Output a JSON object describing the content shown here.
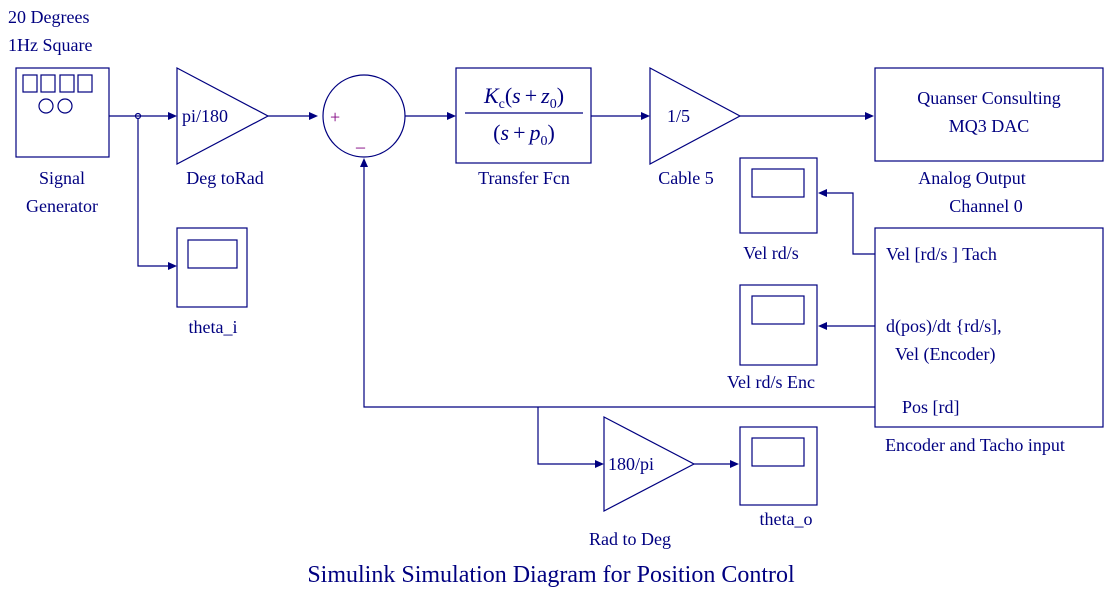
{
  "signal_generator": {
    "line1": "20 Degrees",
    "line2": "1Hz Square",
    "label1": "Signal",
    "label2": "Generator"
  },
  "deg_to_rad": {
    "gain": "pi/180",
    "label": "Deg toRad"
  },
  "sum": {
    "plus": "+",
    "minus": "_"
  },
  "transfer_fcn": {
    "K": "K",
    "K_sub": "c",
    "s_num": "s",
    "plus1": "+",
    "z": "z",
    "z_sub": "0",
    "s_den": "s",
    "plus2": "+",
    "p": "p",
    "p_sub": "0",
    "lp1": "(",
    "rp1": ")",
    "lp2": "(",
    "rp2": ")",
    "label": "Transfer Fcn"
  },
  "cable": {
    "gain": "1/5",
    "label": "Cable 5"
  },
  "dac": {
    "line1": "Quanser Consulting",
    "line2": "MQ3 DAC",
    "label1": "Analog Output",
    "label2": "Channel 0"
  },
  "encoder": {
    "port1": "Vel [rd/s ] Tach",
    "port2a": "d(pos)/dt {rd/s],",
    "port2b": "Vel (Encoder)",
    "port3": "Pos [rd]",
    "label": "Encoder and Tacho input"
  },
  "scopes": {
    "theta_i": "theta_i",
    "vel": "Vel rd/s",
    "vel_enc": "Vel rd/s Enc",
    "theta_o": "theta_o"
  },
  "rad_to_deg": {
    "gain": "180/pi",
    "label": "Rad to Deg"
  },
  "caption": "Simulink Simulation Diagram for Position Control"
}
